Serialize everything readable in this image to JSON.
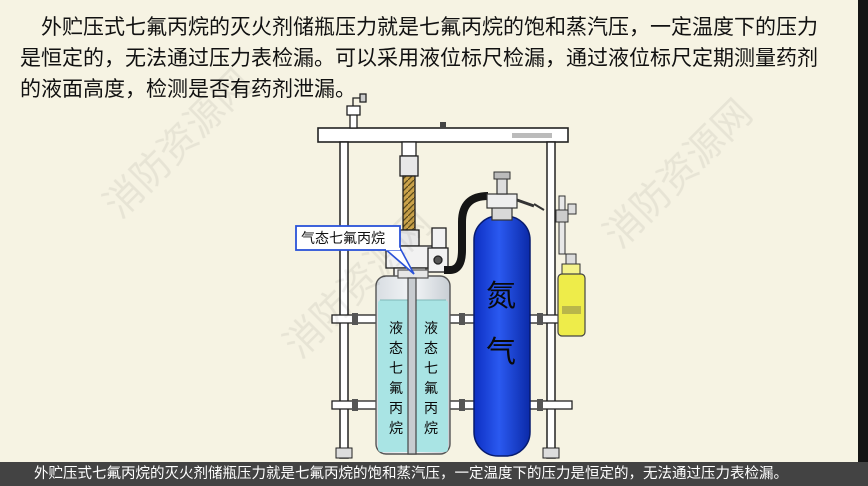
{
  "paragraph": "外贮压式七氟丙烷的灭火剂储瓶压力就是七氟丙烷的饱和蒸汽压，一定温度下的压力是恒定的，无法通过压力表检漏。可以采用液位标尺检漏，通过液位标尺定期测量药剂的液面高度，检测是否有药剂泄漏。",
  "callout": "气态七氟丙烷",
  "liquid_left": [
    "液",
    "态",
    "七",
    "氟",
    "丙",
    "烷"
  ],
  "liquid_right": [
    "液",
    "态",
    "七",
    "氟",
    "丙",
    "烷"
  ],
  "nitrogen": [
    "氮",
    "气"
  ],
  "caption": "外贮压式七氟丙烷的灭火剂储瓶压力就是七氟丙烷的饱和蒸汽压，一定温度下的压力是恒定的，无法通过压力表检漏。",
  "colors": {
    "background": "#f6f3e3",
    "liquid": "#a9e4e4",
    "nitrogen_cylinder": "#1a44e6",
    "callout_border": "#2a52d8",
    "small_bottle": "#eeec4a",
    "caption_bar": "#434343"
  }
}
